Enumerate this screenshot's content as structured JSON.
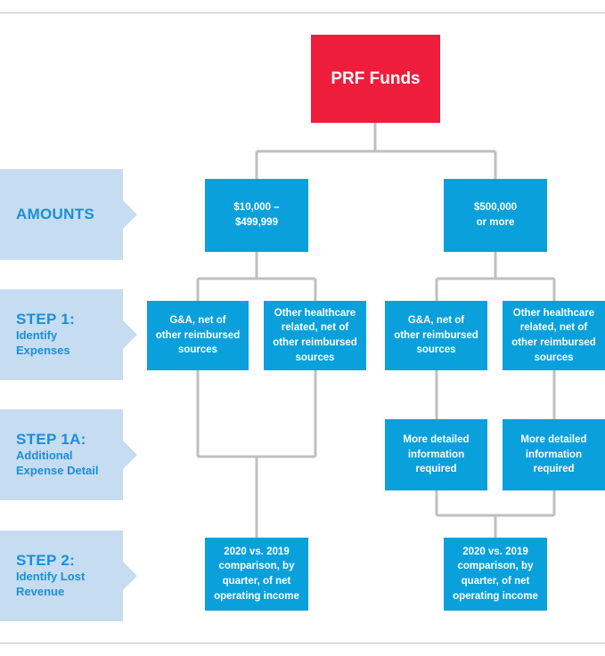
{
  "colors": {
    "node": "#0aa0dc",
    "root": "#ee1d3c",
    "label_bg": "#c5dcf1",
    "label_text": "#1a8fd6",
    "connector": "#bfbfbf"
  },
  "root": {
    "label": "PRF Funds"
  },
  "rows": [
    {
      "id": "amounts",
      "title": "AMOUNTS",
      "subtitle": ""
    },
    {
      "id": "step1",
      "title": "STEP 1:",
      "subtitle": "Identify\nExpenses"
    },
    {
      "id": "step1a",
      "title": "STEP 1A:",
      "subtitle": "Additional\nExpense Detail"
    },
    {
      "id": "step2",
      "title": "STEP 2:",
      "subtitle": "Identify Lost\nRevenue"
    }
  ],
  "nodes": {
    "amount_low": "$10,000 –\n$499,999",
    "amount_high": "$500,000\nor more",
    "low_ga": "G&A, net of\nother reimbursed\nsources",
    "low_other": "Other healthcare\nrelated, net of\nother reimbursed\nsources",
    "high_ga": "G&A, net of\nother reimbursed\nsources",
    "high_other": "Other healthcare\nrelated, net of\nother reimbursed\nsources",
    "detail_left": "More detailed\ninformation\nrequired",
    "detail_right": "More detailed\ninformation\nrequired",
    "low_step2": "2020 vs. 2019\ncomparison, by\nquarter, of net\noperating income",
    "high_step2": "2020 vs. 2019\ncomparison, by\nquarter, of net\noperating income"
  }
}
